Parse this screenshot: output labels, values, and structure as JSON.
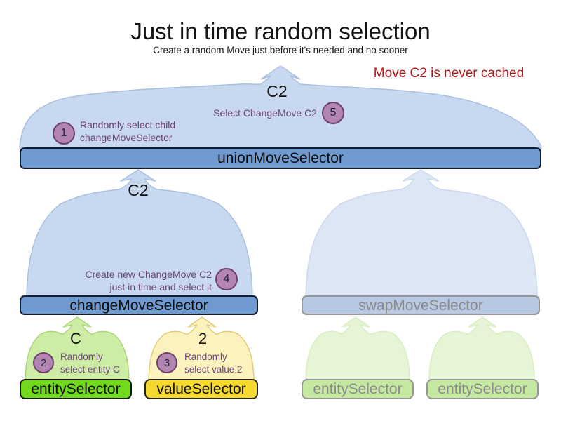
{
  "header": {
    "title": "Just in time random selection",
    "subtitle": "Create a random Move just before it's needed and no sooner"
  },
  "note": {
    "text": "Move C2 is never cached"
  },
  "top_funnel": {
    "move_label": "C2"
  },
  "mid_funnel": {
    "move_label": "C2"
  },
  "bars": {
    "union": "unionMoveSelector",
    "change": "changeMoveSelector",
    "swap": "swapMoveSelector",
    "entity": "entitySelector",
    "value": "valueSelector",
    "entity_faded_left": "entitySelector",
    "entity_faded_right": "entitySelector"
  },
  "picks": {
    "entity": "C",
    "value": "2"
  },
  "steps": {
    "s1": {
      "num": "1",
      "line1": "Randomly select child",
      "line2": "changeMoveSelector"
    },
    "s2": {
      "num": "2",
      "line1": "Randomly",
      "line2": "select entity C"
    },
    "s3": {
      "num": "3",
      "line1": "Randomly",
      "line2": "select value 2"
    },
    "s4": {
      "num": "4",
      "line1": "Create new ChangeMove C2",
      "line2": "just in time and select it"
    },
    "s5": {
      "num": "5",
      "line1": "Select ChangeMove C2"
    }
  },
  "colors": {
    "bar_blue": "#6e9ad0",
    "bar_border": "#101c30",
    "funnel_blue": "#c7d8ef",
    "funnel_blue_stroke": "#a9c0e2",
    "funnel_faded": "#dde6f4",
    "funnel_faded_stroke": "#ccd9ed",
    "bar_faded_blue": "#b7c8e2",
    "faded_border": "#979797",
    "faded_text": "#8a8a8a",
    "green_bar": "#72da1e",
    "green_funnel": "#cdeca6",
    "green_funnel_stroke": "#abd678",
    "yellow_bar": "#f6d92f",
    "yellow_funnel": "#fbf2bd",
    "yellow_funnel_stroke": "#e0cc74",
    "faded_green_bar": "#c5e9a1",
    "faded_green_funnel": "#e6f5d5",
    "faded_green_funnel_stroke": "#d6eec0",
    "circle_fill": "#b286b0",
    "circle_border": "#6e3f6b",
    "circle_text": "#23233f",
    "purple_text": "#6b4478",
    "red_text": "#b11717"
  }
}
